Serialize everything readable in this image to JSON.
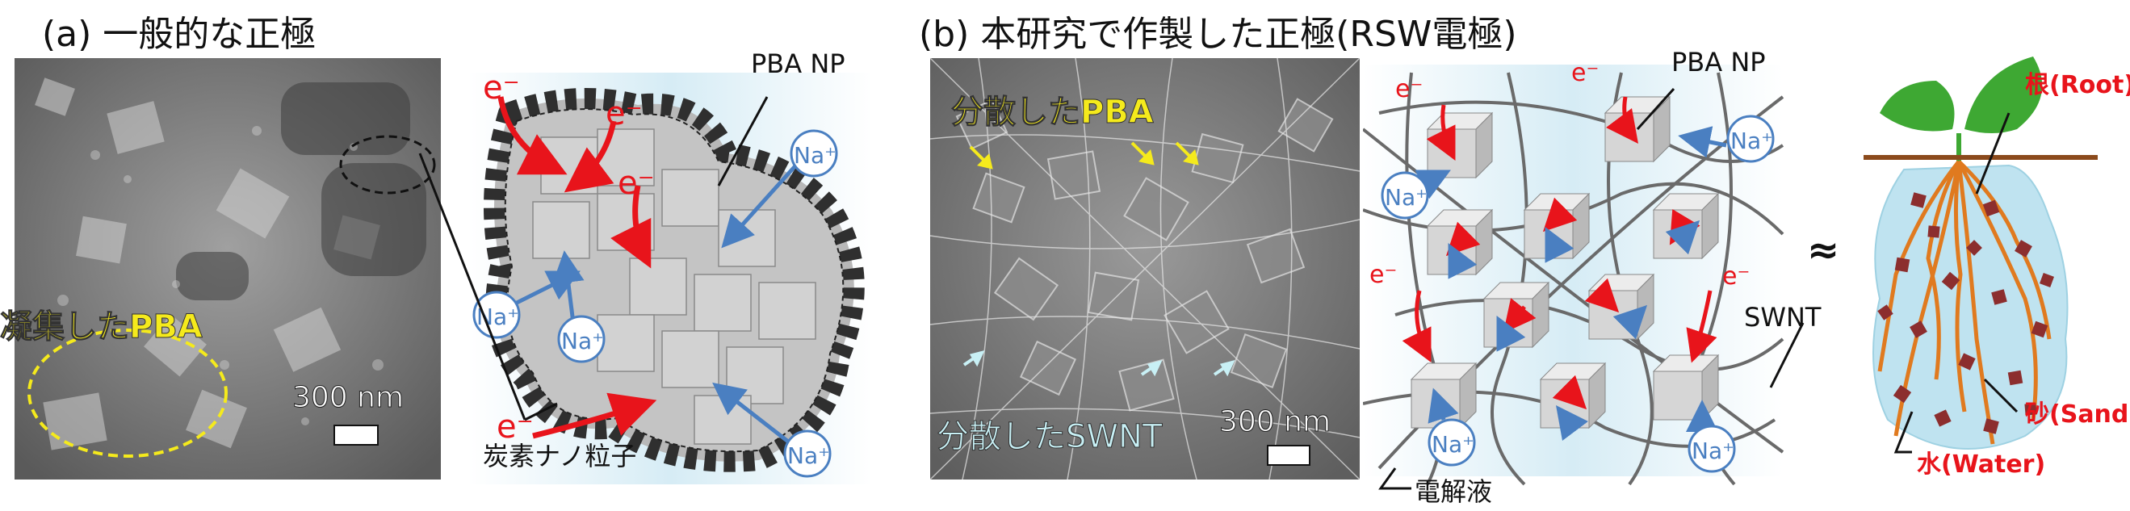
{
  "panel_a": {
    "title": "(a) 一般的な正極",
    "sem_label_agg": "凝集したPBA",
    "scalebar": "300 nm",
    "carbon_label": "炭素ナノ粒子",
    "pba_np": "PBA NP",
    "electron": "e⁻",
    "sodium": "Na⁺"
  },
  "panel_b": {
    "title": "(b) 本研究で作製した正極(RSW電極)",
    "sem_label_pba": "分散したPBA",
    "sem_label_swnt": "分散したSWNT",
    "scalebar": "300 nm",
    "pba_np": "PBA NP",
    "swnt": "SWNT",
    "electrolyte": "電解液",
    "electron": "e⁻",
    "sodium": "Na⁺",
    "approx": "≈",
    "root_label": "根(Root)",
    "sand_label": "砂(Sand)",
    "water_label": "水(Water)"
  },
  "colors": {
    "electron_arrow": "#e8141b",
    "sodium_arrow": "#4a7fc1",
    "sem_label_yellow": "#f5ea1c",
    "sem_label_cyan": "#c8f0f5",
    "root_orange": "#e07a1f",
    "soil_brown": "#8c2e2e",
    "leaf_green": "#3ea833"
  }
}
